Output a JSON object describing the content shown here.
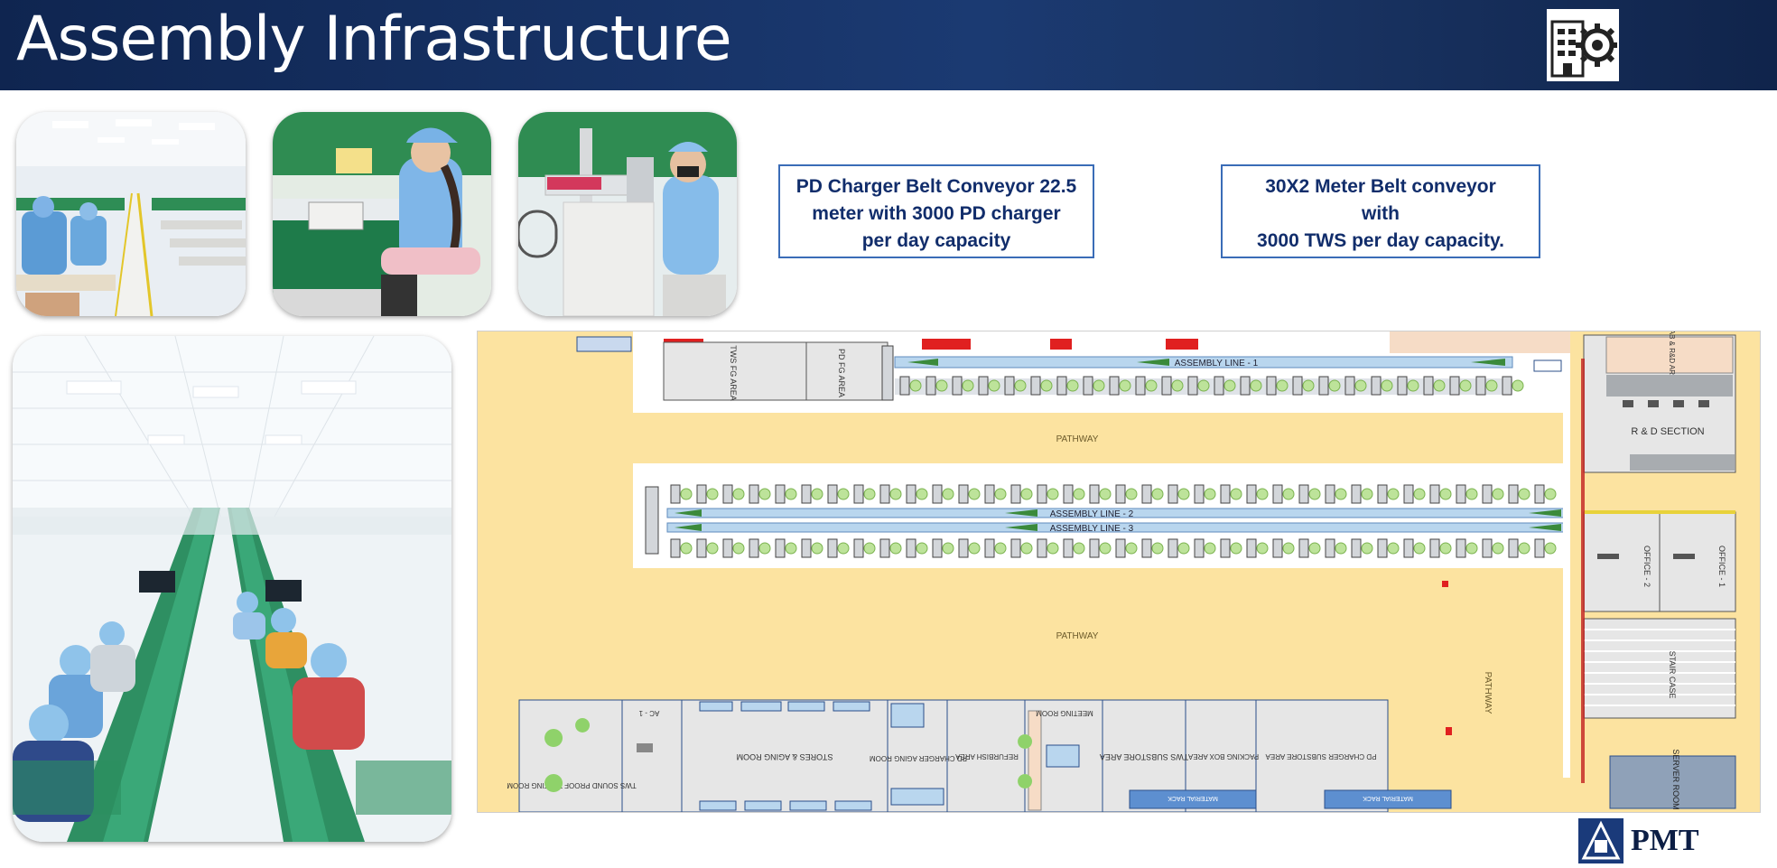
{
  "header": {
    "title": "Assembly Infrastructure"
  },
  "info_boxes": [
    {
      "lines": [
        "PD Charger Belt Conveyor 22.5",
        "meter with 3000 PD charger",
        "per day capacity"
      ]
    },
    {
      "lines": [
        "30X2 Meter Belt conveyor",
        "with",
        "3000 TWS per day capacity."
      ]
    }
  ],
  "floor_plan": {
    "labels": {
      "line1": "ASSEMBLY LINE - 1",
      "line2": "ASSEMBLY LINE - 2",
      "line3": "ASSEMBLY LINE - 3",
      "pathway_top": "PATHWAY",
      "pathway_mid": "PATHWAY",
      "pathway_vertical": "PATHWAY",
      "tws_fg": "TWS FG AREA",
      "pd_fg": "PD FG AREA",
      "rd": "R & D SECTION",
      "store": "STAIR CASE",
      "server": "SERVER ROOM",
      "office1": "OFFICE - 1",
      "office2": "OFFICE - 2",
      "lab": "LAB & R&D AREA",
      "tws_sound": "TWS SOUND PROOF TESTING ROOM",
      "ac": "AC - 1",
      "stores_room": "STORES & AGING ROOM",
      "pd_aging": "PD CHARGER AGING ROOM",
      "refurb": "REFURBISH AREA",
      "meeting": "MEETING ROOM",
      "tws_substore": "TWS SUBSTORE AREA",
      "packing": "PACKING BOX AREA",
      "pd_substore": "PD CHARGER SUBSTORE AREA",
      "material_rack_1": "MATERIAL RACK",
      "material_rack_2": "MATERIAL RACK"
    }
  },
  "brand": {
    "name": "PMT"
  },
  "colors": {
    "header": "#1b3a72",
    "box_border": "#3a6cb7",
    "floor": "#fce3a0",
    "conveyor": "#b9d6ee",
    "room": "#e6e6e6",
    "station": "#bde39a"
  },
  "photos": [
    {
      "name": "factory-aisle-photo"
    },
    {
      "name": "worker-at-desk-photo"
    },
    {
      "name": "laser-machine-photo"
    },
    {
      "name": "assembly-line-photo"
    }
  ]
}
